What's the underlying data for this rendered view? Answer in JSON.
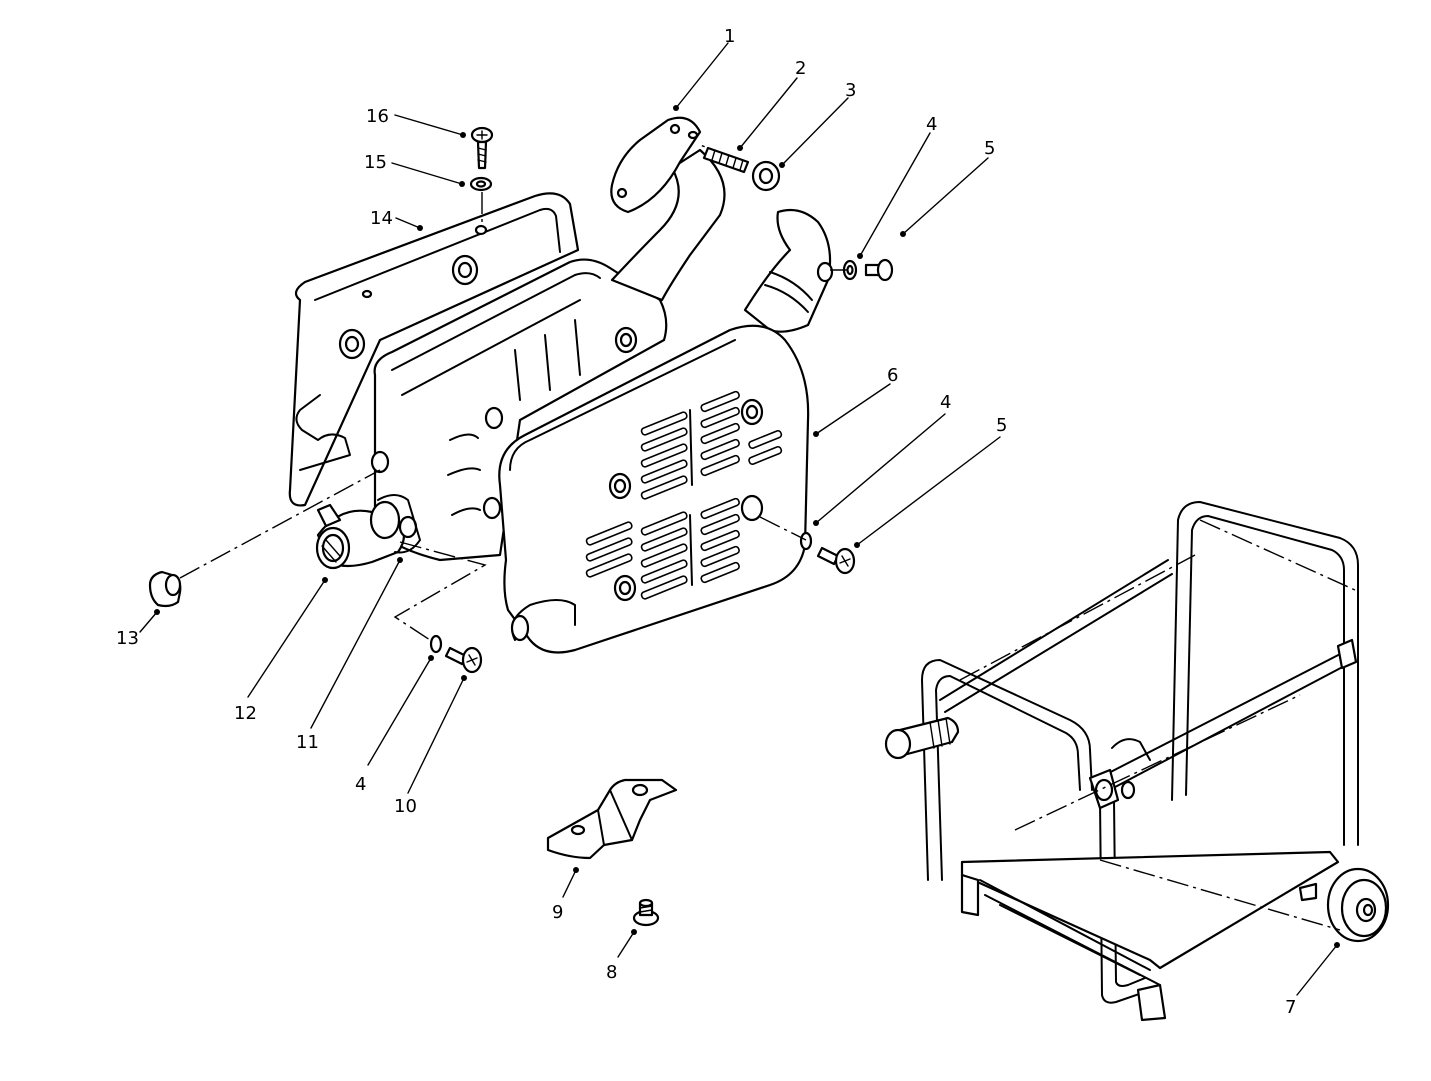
{
  "callouts": [
    "1",
    "2",
    "3",
    "4",
    "5",
    "6",
    "4",
    "5",
    "16",
    "15",
    "14",
    "13",
    "12",
    "11",
    "4",
    "10",
    "9",
    "8",
    "7"
  ],
  "colors": {
    "ink": "#000000",
    "paper": "#ffffff"
  }
}
